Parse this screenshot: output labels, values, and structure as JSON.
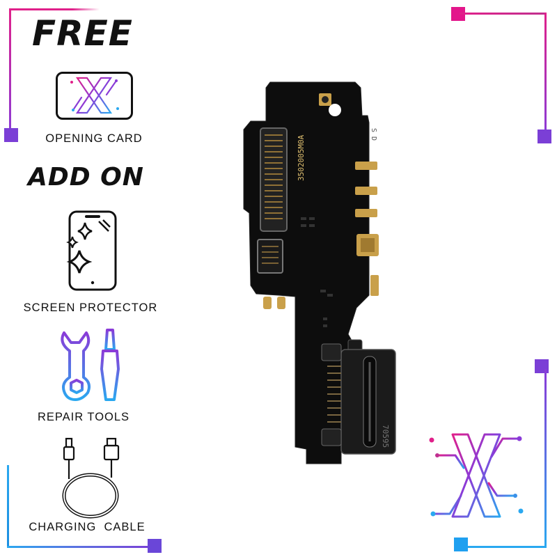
{
  "sidebar": {
    "free_heading": "FREE",
    "opening_card_label": "OPENING CARD",
    "addon_heading": "ADD ON",
    "screen_protector_label": "SCREEN PROTECTOR",
    "repair_tools_label": "REPAIR TOOLS",
    "charging_cable_label": "CHARGING  CABLE"
  },
  "product": {
    "board_print_code": "3502005M0A",
    "connector_print_code": "70595",
    "corner_print": "S D"
  },
  "icons": {
    "opening_card": "x-logo-card-icon",
    "screen_protector": "phone-sparkle-icon",
    "repair_tools": "wrench-screwdriver-icon",
    "charging_cable": "usb-cable-icon",
    "brand": "x-brand-logo-icon"
  },
  "colors": {
    "frame_pink": "#e0208a",
    "frame_purple": "#8a3bd8",
    "frame_blue": "#2aa8f0",
    "square_purple": "#7b3fd6",
    "square_pink": "#e3168b",
    "square_blue": "#1fa0f0",
    "board_black": "#0d0d0d",
    "gold": "#c9a04a"
  }
}
